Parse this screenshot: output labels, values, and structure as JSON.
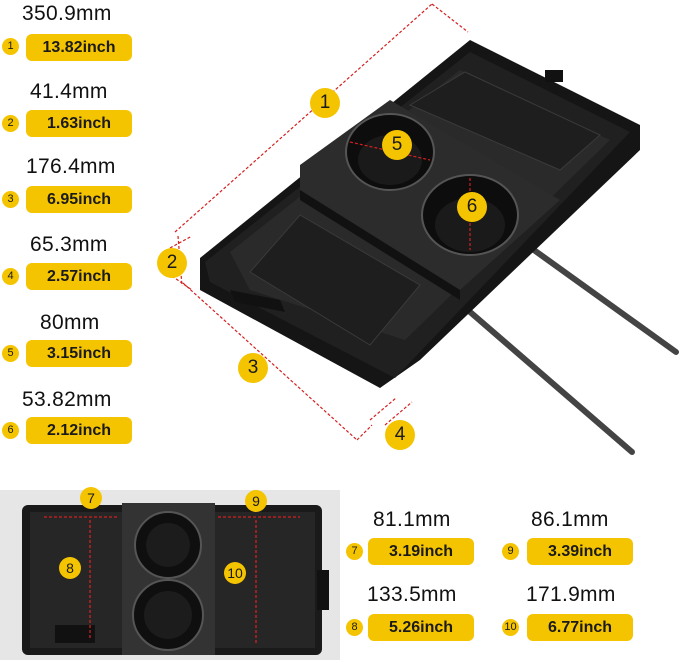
{
  "specs_left": [
    {
      "num": "1",
      "mm": "350.9mm",
      "inch": "13.82inch"
    },
    {
      "num": "2",
      "mm": "41.4mm",
      "inch": "1.63inch"
    },
    {
      "num": "3",
      "mm": "176.4mm",
      "inch": "6.95inch"
    },
    {
      "num": "4",
      "mm": "65.3mm",
      "inch": "2.57inch"
    },
    {
      "num": "5",
      "mm": "80mm",
      "inch": "3.15inch"
    },
    {
      "num": "6",
      "mm": "53.82mm",
      "inch": "2.12inch"
    }
  ],
  "specs_right": [
    {
      "num": "7",
      "mm": "81.1mm",
      "inch": "3.19inch"
    },
    {
      "num": "9",
      "mm": "86.1mm",
      "inch": "3.39inch"
    },
    {
      "num": "8",
      "mm": "133.5mm",
      "inch": "5.26inch"
    },
    {
      "num": "10",
      "mm": "171.9mm",
      "inch": "6.77inch"
    }
  ],
  "product_tags": {
    "t1": "1",
    "t2": "2",
    "t3": "3",
    "t4": "4",
    "t5": "5",
    "t6": "6"
  },
  "topview_tags": {
    "t7": "7",
    "t8": "8",
    "t9": "9",
    "t10": "10"
  },
  "colors": {
    "accent": "#f5c400",
    "dimension_line": "#d42020",
    "product": "#1c1c1c"
  }
}
